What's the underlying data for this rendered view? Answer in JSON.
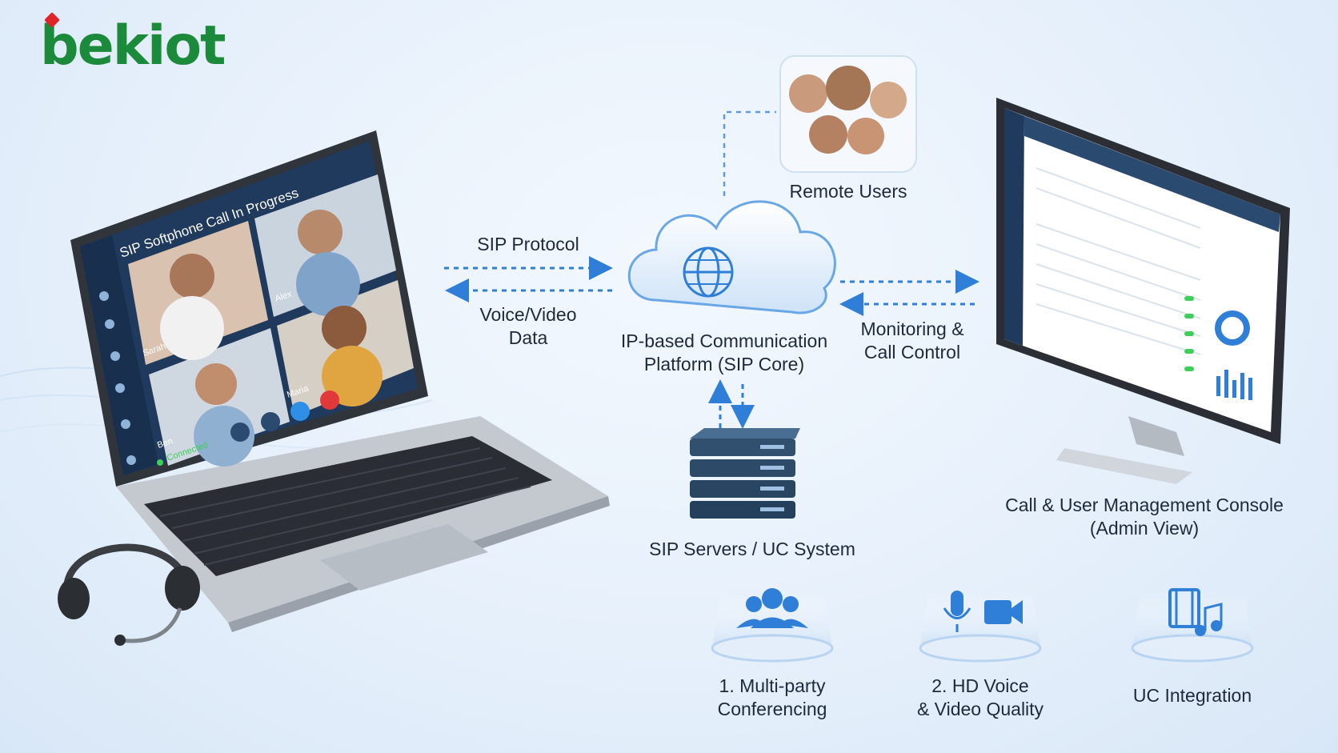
{
  "brand": {
    "logo_text": "bekiot"
  },
  "laptop": {
    "window_title": "SIP Softphone Call In Progress",
    "participants": [
      "Sarah",
      "Alex",
      "Ben",
      "Maria"
    ],
    "status": "Connected"
  },
  "labels": {
    "remote_users": "Remote Users",
    "sip_protocol": "SIP Protocol",
    "voice_video_line1": "Voice/Video",
    "voice_video_line2": "Data",
    "core_line1": "IP-based Communication",
    "core_line2": "Platform (SIP Core)",
    "monitoring_line1": "Monitoring &",
    "monitoring_line2": "Call Control",
    "servers": "SIP Servers / UC System",
    "console_line1": "Call & User Management Console",
    "console_line2": "(Admin View)"
  },
  "features": [
    {
      "line1": "1. Multi-party",
      "line2": "Conferencing",
      "icon": "people-icon"
    },
    {
      "line1": "2. HD Voice",
      "line2": "& Video Quality",
      "icon": "mic-camera-icon"
    },
    {
      "line1": "UC Integration",
      "line2": "",
      "icon": "media-music-icon"
    }
  ],
  "colors": {
    "accent": "#2f7fd8",
    "brand_green": "#1b8a3a",
    "brand_red": "#e0242b",
    "laptop_screen": "#1f3a5c"
  }
}
